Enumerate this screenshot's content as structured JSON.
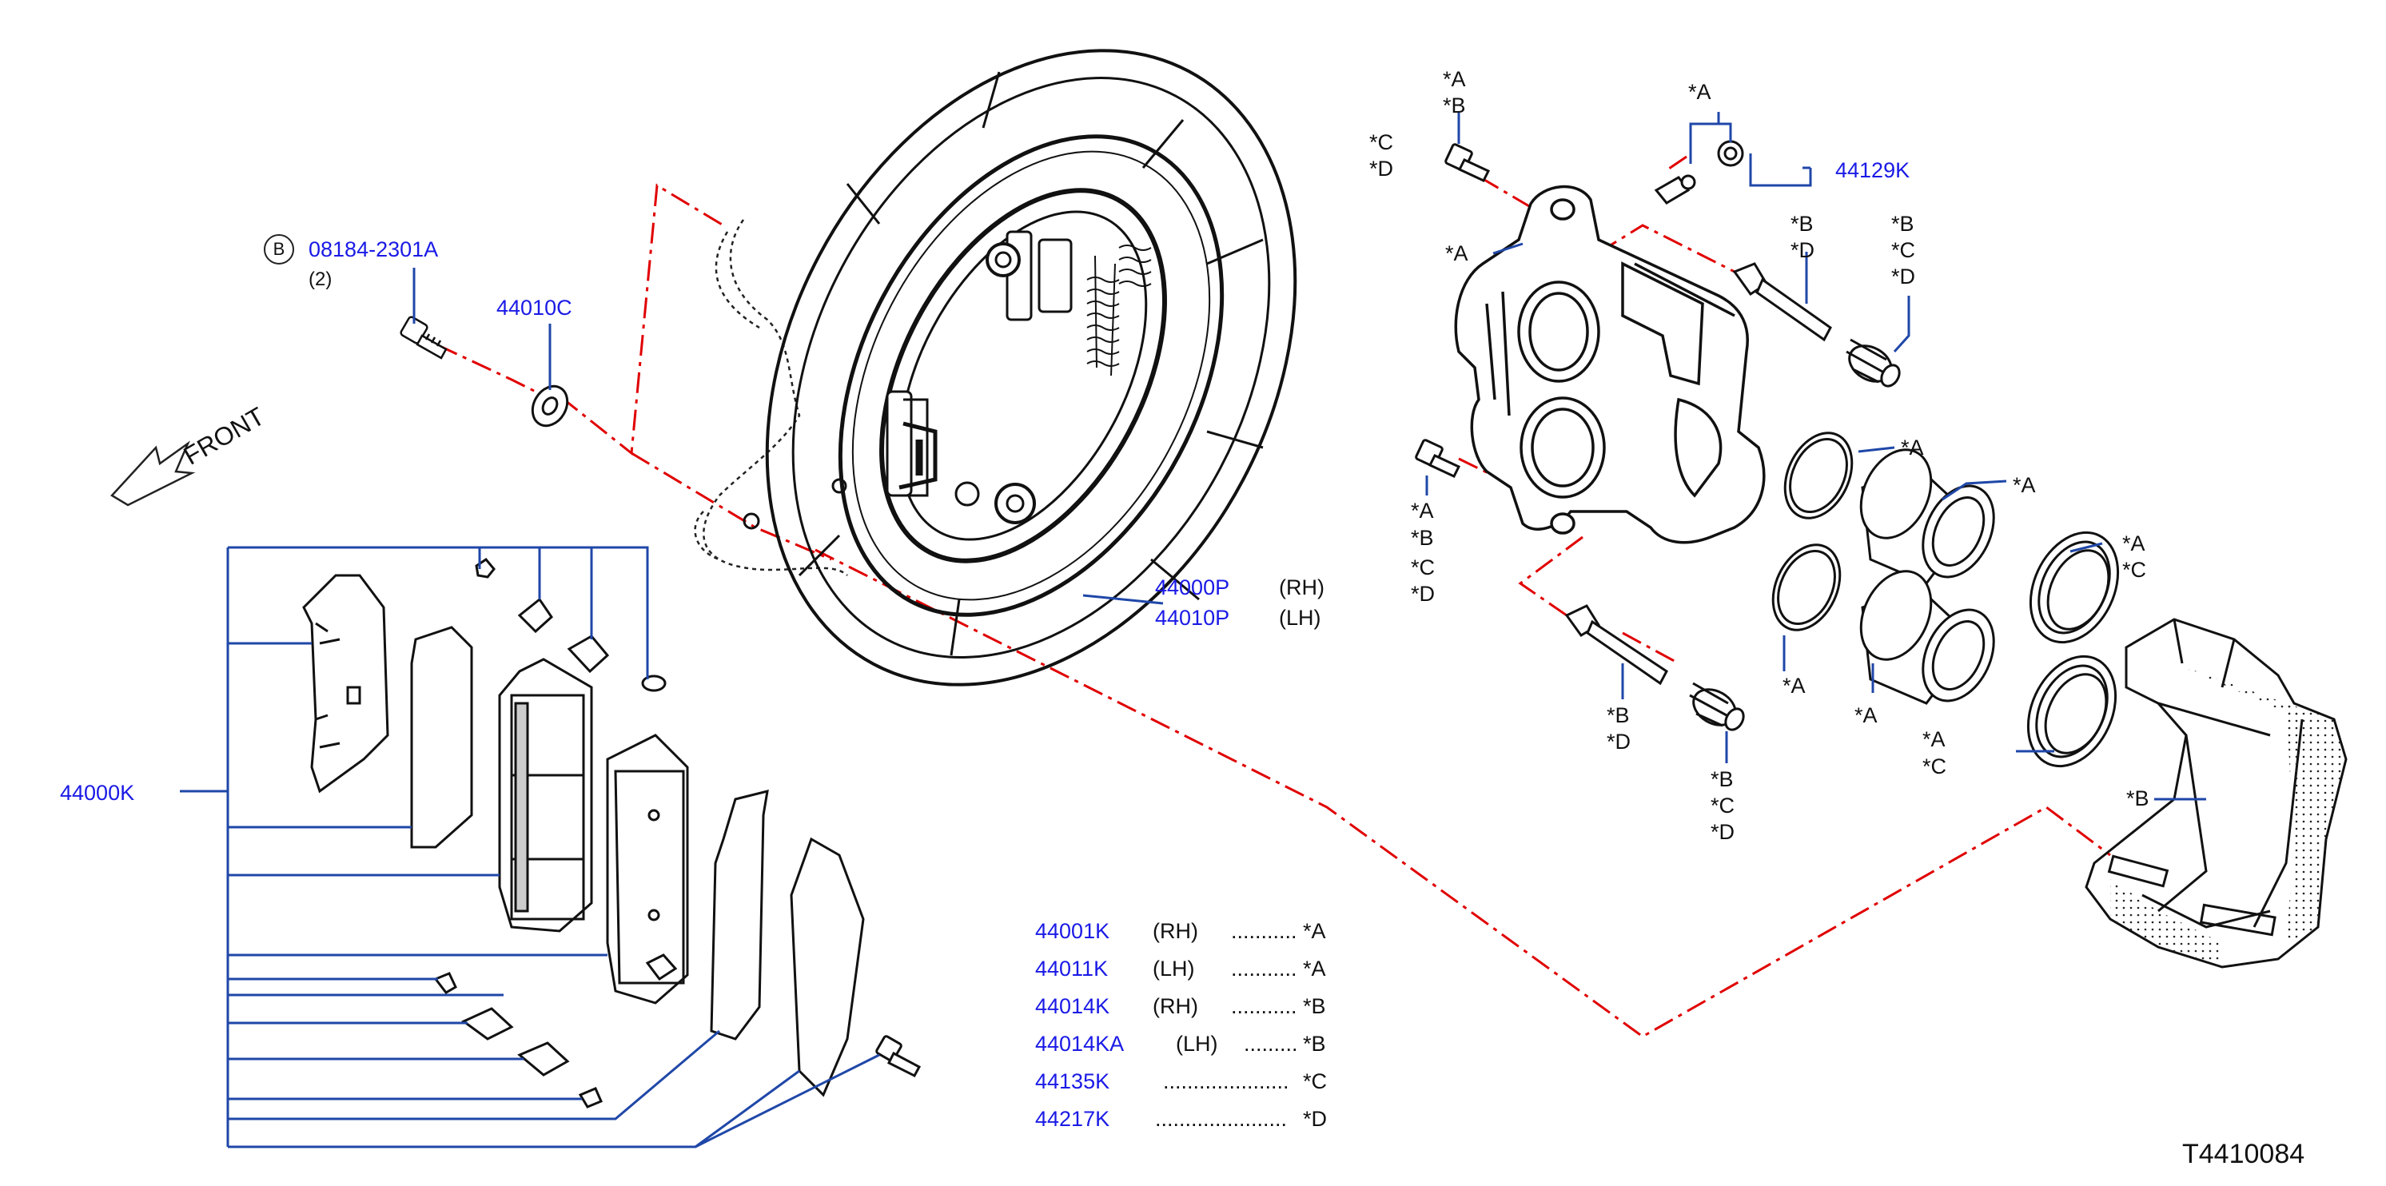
{
  "diagram": {
    "figure_id": "T4410084",
    "direction_label": "FRONT",
    "colors": {
      "part_number": "#1a1ae6",
      "leader": "#1f47a8",
      "centerline": "#e00000",
      "outline": "#111111"
    },
    "bolt_callout": {
      "badge": "B",
      "part_number": "08184-2301A",
      "quantity": "(2)"
    },
    "backing_plate": {
      "pn_rh": "44000P",
      "tag_rh": "(RH)",
      "pn_lh": "44010P",
      "tag_lh": "(LH)"
    },
    "washer": {
      "part_number": "44010C"
    },
    "pad_kit": {
      "part_number": "44000K"
    },
    "bleeder": {
      "part_number": "44129K",
      "marks": [
        "*A"
      ],
      "bolt_marks": [
        "*A",
        "*B"
      ],
      "bolt_side_marks": [
        "*C",
        "*D"
      ]
    },
    "caliper_marks": {
      "housing": "*A",
      "upper_pin": [
        "*B",
        "*D"
      ],
      "upper_boot": [
        "*B",
        "*C",
        "*D"
      ],
      "lower_bolt": [
        "*A",
        "*B",
        "*C",
        "*D"
      ],
      "lower_pin": [
        "*B",
        "*D"
      ],
      "lower_boot": [
        "*B",
        "*C",
        "*D"
      ],
      "seal_upper": "*A",
      "seal_lower": "*A",
      "piston_upper": "*A",
      "piston_lower": "*A",
      "dust_seal_upper": [
        "*A",
        "*C"
      ],
      "dust_seal_lower": [
        "*A",
        "*C"
      ],
      "bracket": "*B"
    },
    "legend": [
      {
        "pn": "44001K",
        "side": "(RH)",
        "dots": "...........",
        "mark": "*A"
      },
      {
        "pn": "44011K",
        "side": "(LH)",
        "dots": "...........",
        "mark": "*A"
      },
      {
        "pn": "44014K",
        "side": "(RH)",
        "dots": "...........",
        "mark": "*B"
      },
      {
        "pn": "44014KA",
        "side": "(LH)",
        "dots": ".........",
        "mark": "*B"
      },
      {
        "pn": "44135K",
        "side": "",
        "dots": ".....................",
        "mark": "*C"
      },
      {
        "pn": "44217K",
        "side": "",
        "dots": "......................",
        "mark": "*D"
      }
    ]
  }
}
